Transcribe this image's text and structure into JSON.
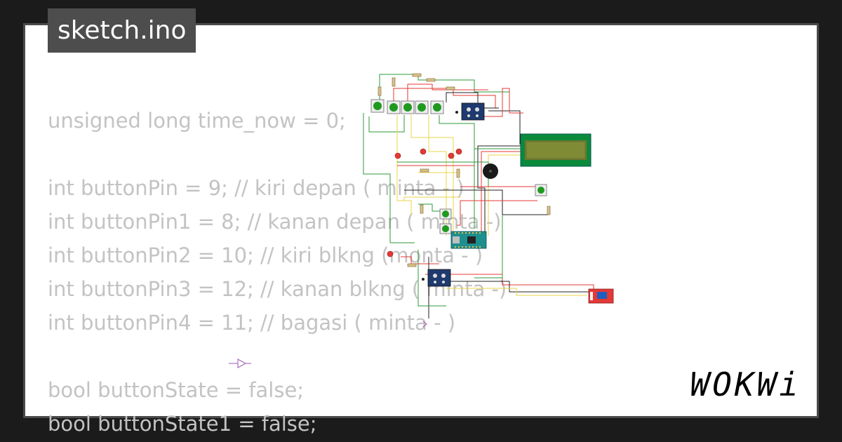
{
  "header": {
    "file_name": "sketch.ino"
  },
  "code": {
    "lines": [
      "unsigned long time_now = 0;",
      "",
      "int buttonPin = 9; // kiri depan ( minta - )",
      "int buttonPin1 = 8; // kanan depan ( minta -)",
      "int buttonPin2 = 10; // kiri blkng (monta - )",
      "int buttonPin3 = 12; // kanan blkng ( minta -)",
      "int buttonPin4 = 11; // bagasi ( minta - )",
      "",
      "bool buttonState = false;",
      "bool buttonState1 = false;"
    ]
  },
  "branding": {
    "logo_text": "WOKWi"
  },
  "colors": {
    "background": "#1b1b1b",
    "card": "#ffffff",
    "code_text": "#c3c3c3",
    "title_tag": "#4d4d4d",
    "lcd_green": "#0a8a3a",
    "button_green": "#1f9a1f",
    "relay_red": "#e53935",
    "sensor_blue": "#1e3a6e",
    "wire_red": "#e53935",
    "wire_green": "#2e9a3a",
    "wire_yellow": "#e8d44a",
    "wire_black": "#222222"
  }
}
